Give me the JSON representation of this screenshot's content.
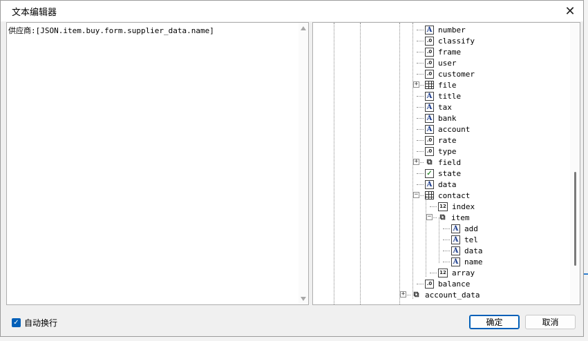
{
  "window": {
    "title": "文本编辑器"
  },
  "editor": {
    "content": "供应商:[JSON.item.buy.form.supplier_data.name]"
  },
  "tree": {
    "rows": [
      {
        "label": "number",
        "icon": "string-icon",
        "glyph": "A"
      },
      {
        "label": "classify",
        "icon": "number-icon",
        "glyph": ".0"
      },
      {
        "label": "frame",
        "icon": "number-icon",
        "glyph": ".0"
      },
      {
        "label": "user",
        "icon": "number-icon",
        "glyph": ".0"
      },
      {
        "label": "customer",
        "icon": "number-icon",
        "glyph": ".0"
      },
      {
        "label": "file",
        "icon": "table-icon",
        "glyph": ""
      },
      {
        "label": "title",
        "icon": "string-icon",
        "glyph": "A"
      },
      {
        "label": "tax",
        "icon": "string-icon",
        "glyph": "A"
      },
      {
        "label": "bank",
        "icon": "string-icon",
        "glyph": "A"
      },
      {
        "label": "account",
        "icon": "string-icon",
        "glyph": "A"
      },
      {
        "label": "rate",
        "icon": "number-icon",
        "glyph": ".0"
      },
      {
        "label": "type",
        "icon": "number-icon",
        "glyph": ".0"
      },
      {
        "label": "field",
        "icon": "object-icon",
        "glyph": "⧉"
      },
      {
        "label": "state",
        "icon": "boolean-icon",
        "glyph": "✓"
      },
      {
        "label": "data",
        "icon": "string-icon",
        "glyph": "A"
      },
      {
        "label": "contact",
        "icon": "table-icon",
        "glyph": ""
      },
      {
        "label": "index",
        "icon": "integer-icon",
        "glyph": "12"
      },
      {
        "label": "item",
        "icon": "object-icon",
        "glyph": "⧉"
      },
      {
        "label": "add",
        "icon": "string-icon",
        "glyph": "A"
      },
      {
        "label": "tel",
        "icon": "string-icon",
        "glyph": "A"
      },
      {
        "label": "data",
        "icon": "string-icon",
        "glyph": "A"
      },
      {
        "label": "name",
        "icon": "string-icon",
        "glyph": "A"
      },
      {
        "label": "array",
        "icon": "integer-icon",
        "glyph": "12"
      },
      {
        "label": "balance",
        "icon": "number-icon",
        "glyph": ".0"
      },
      {
        "label": "account_data",
        "icon": "object-icon",
        "glyph": "⧉"
      }
    ]
  },
  "footer": {
    "autowrap_label": "自动换行",
    "ok_label": "确定",
    "cancel_label": "取消"
  },
  "icons": {
    "close": "✕",
    "check": "✓",
    "expand_plus": "+",
    "expand_minus": "−"
  }
}
